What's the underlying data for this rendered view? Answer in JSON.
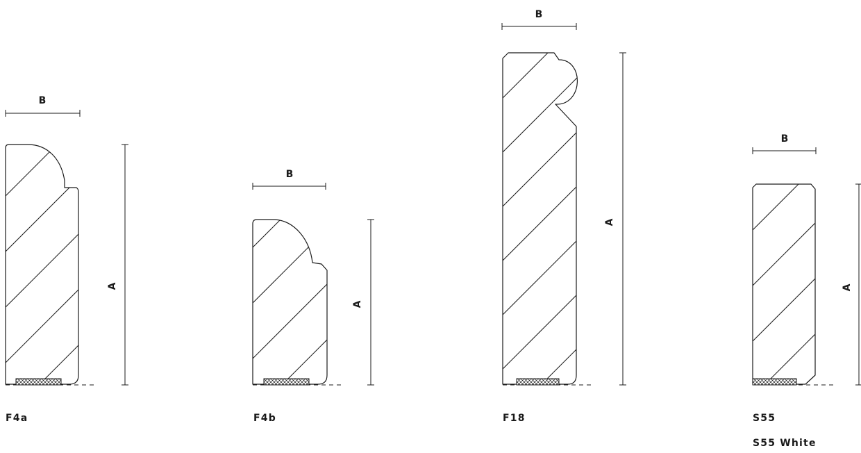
{
  "profiles": [
    {
      "name": "F4a",
      "width_label": "B",
      "height_label": "A"
    },
    {
      "name": "F4b",
      "width_label": "B",
      "height_label": "A"
    },
    {
      "name": "F18",
      "width_label": "B",
      "height_label": "A"
    },
    {
      "name": "S55",
      "width_label": "B",
      "height_label": "A",
      "variant": "S55 White"
    }
  ]
}
